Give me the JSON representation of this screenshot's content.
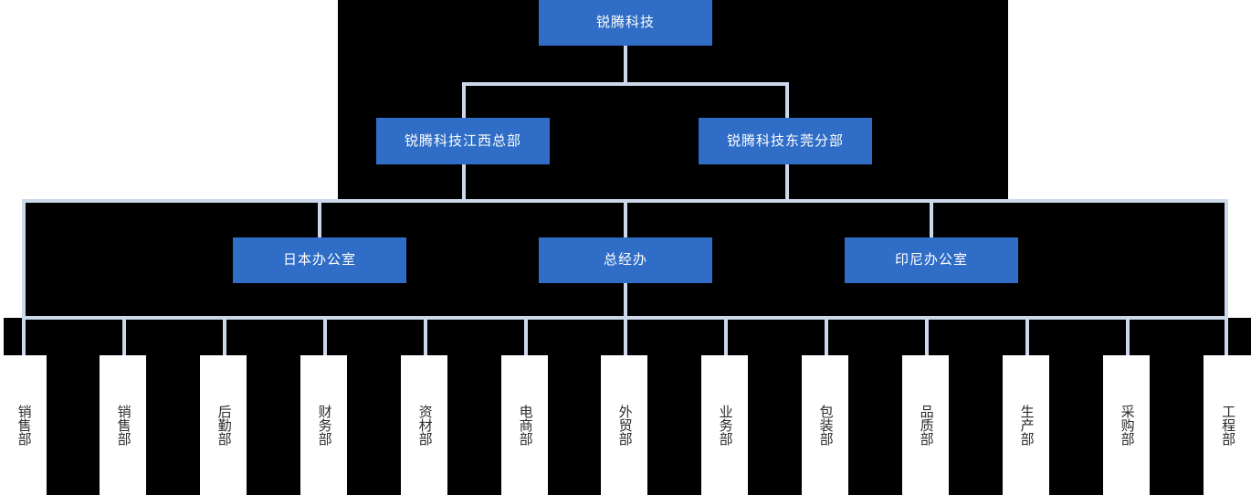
{
  "chart_data": {
    "type": "diagram",
    "diagram_type": "organization-chart",
    "title": "",
    "orientation": "top-down",
    "colors": {
      "page_background": "#000000",
      "node_fill": "#2f6dc6",
      "node_text": "#ffffff",
      "leaf_fill": "#ffffff",
      "leaf_text": "#2b2b2b",
      "connector": "#ccd8ea"
    },
    "levels": 4,
    "nodes": [
      {
        "id": "root",
        "label": "锐腾科技",
        "level": 1,
        "parent": null
      },
      {
        "id": "jx",
        "label": "锐腾科技江西总部",
        "level": 2,
        "parent": "root"
      },
      {
        "id": "dg",
        "label": "锐腾科技东莞分部",
        "level": 2,
        "parent": "root"
      },
      {
        "id": "jp",
        "label": "日本办公室",
        "level": 3,
        "parent": "jx"
      },
      {
        "id": "zjb",
        "label": "总经办",
        "level": 3,
        "parent": "jx"
      },
      {
        "id": "idn",
        "label": "印尼办公室",
        "level": 3,
        "parent": "dg"
      },
      {
        "id": "d01",
        "label": "销售部",
        "level": 4,
        "parent": "zjb"
      },
      {
        "id": "d02",
        "label": "销售部",
        "level": 4,
        "parent": "zjb"
      },
      {
        "id": "d03",
        "label": "后勤部",
        "level": 4,
        "parent": "zjb"
      },
      {
        "id": "d04",
        "label": "财务部",
        "level": 4,
        "parent": "zjb"
      },
      {
        "id": "d05",
        "label": "资材部",
        "level": 4,
        "parent": "zjb"
      },
      {
        "id": "d06",
        "label": "电商部",
        "level": 4,
        "parent": "zjb"
      },
      {
        "id": "d07",
        "label": "外贸部",
        "level": 4,
        "parent": "zjb"
      },
      {
        "id": "d08",
        "label": "业务部",
        "level": 4,
        "parent": "zjb"
      },
      {
        "id": "d09",
        "label": "包装部",
        "level": 4,
        "parent": "zjb"
      },
      {
        "id": "d10",
        "label": "品质部",
        "level": 4,
        "parent": "zjb"
      },
      {
        "id": "d11",
        "label": "生产部",
        "level": 4,
        "parent": "zjb"
      },
      {
        "id": "d12",
        "label": "采购部",
        "level": 4,
        "parent": "zjb"
      },
      {
        "id": "d13",
        "label": "工程部",
        "level": 4,
        "parent": "zjb"
      }
    ]
  },
  "root": {
    "label": "锐腾科技"
  },
  "level2": {
    "jiangxi": "锐腾科技江西总部",
    "dongguan": "锐腾科技东莞分部"
  },
  "level3": {
    "japan": "日本办公室",
    "general": "总经办",
    "indonesia": "印尼办公室"
  },
  "departments": [
    "销售部",
    "销售部",
    "后勤部",
    "财务部",
    "资材部",
    "电商部",
    "外贸部",
    "业务部",
    "包装部",
    "品质部",
    "生产部",
    "采购部",
    "工程部"
  ]
}
